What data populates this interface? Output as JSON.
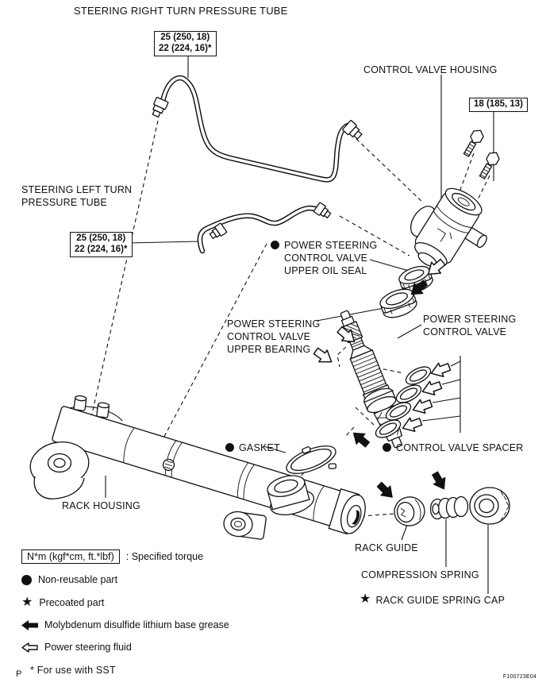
{
  "title": "STEERING RIGHT TURN PRESSURE TUBE",
  "icons": {
    "bullet": "",
    "star": "★"
  },
  "labels": {
    "control_valve_housing": "CONTROL VALVE HOUSING",
    "left_tube": "STEERING LEFT TURN\nPRESSURE TUBE",
    "upper_oil_seal": "POWER STEERING\nCONTROL VALVE\nUPPER OIL SEAL",
    "upper_bearing": "POWER STEERING\nCONTROL VALVE\nUPPER BEARING",
    "control_valve": "POWER STEERING\nCONTROL VALVE",
    "gasket": "GASKET",
    "control_valve_spacer": "CONTROL VALVE SPACER",
    "rack_housing": "RACK HOUSING",
    "rack_guide": "RACK GUIDE",
    "compression_spring": "COMPRESSION SPRING",
    "rack_guide_spring_cap": "RACK GUIDE SPRING CAP"
  },
  "torque_specs": {
    "right_tube": "25 (250, 18)\n22 (224, 16)*",
    "left_tube": "25 (250, 18)\n22 (224, 16)*",
    "housing_bolts": "18 (185, 13)"
  },
  "legend": {
    "torque_box": "N*m (kgf*cm, ft.*lbf)",
    "torque_desc": ": Specified torque",
    "non_reusable": "Non-reusable part",
    "precoated": "Precoated part",
    "moly_grease": "Molybdenum disulfide lithium base grease",
    "ps_fluid": "Power steering fluid",
    "sst_note": "* For use with SST"
  },
  "footer": {
    "page_marker": "P",
    "figure_code": "F100723E04"
  },
  "colors": {
    "line": "#111111",
    "background": "#ffffff"
  }
}
